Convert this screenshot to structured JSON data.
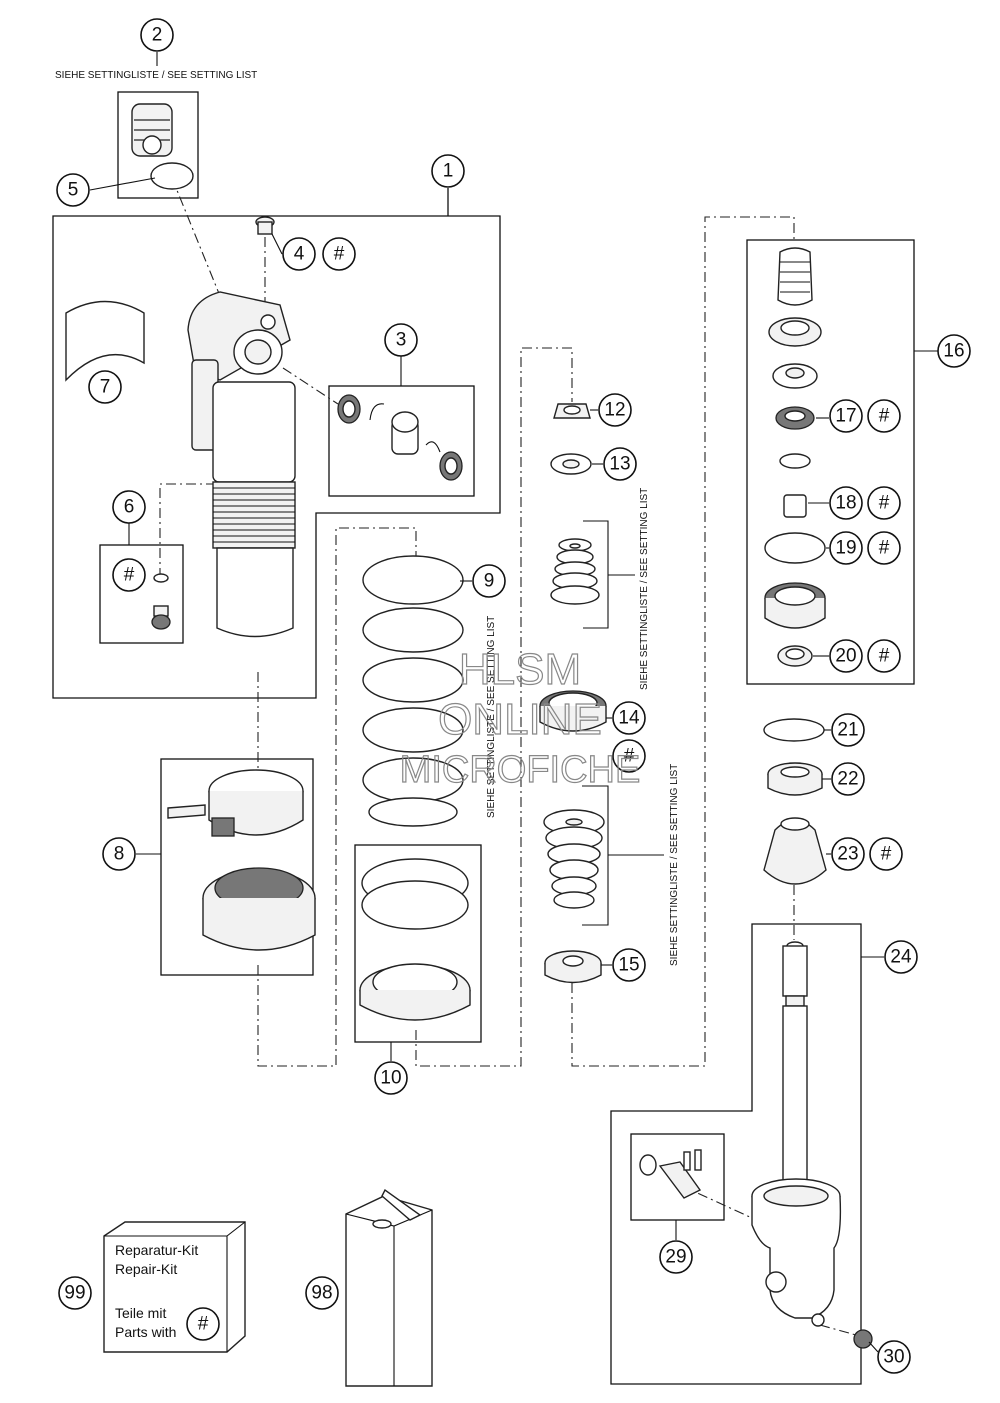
{
  "setting_list_note": "SIEHE SETTINGLISTE / SEE SETTING LIST",
  "hash_symbol": "#",
  "callouts": [
    "1",
    "2",
    "3",
    "4",
    "5",
    "6",
    "7",
    "8",
    "9",
    "10",
    "12",
    "13",
    "14",
    "15",
    "16",
    "17",
    "18",
    "19",
    "20",
    "21",
    "22",
    "23",
    "24",
    "29",
    "30",
    "98",
    "99"
  ],
  "repair_kit": {
    "line1": "Reparatur-Kit",
    "line2": "Repair-Kit",
    "line3": "Teile mit",
    "line4": "Parts with"
  },
  "watermark": {
    "line1": "HLSM",
    "line2": "ONLINE",
    "line3": "MICROFICHE"
  }
}
